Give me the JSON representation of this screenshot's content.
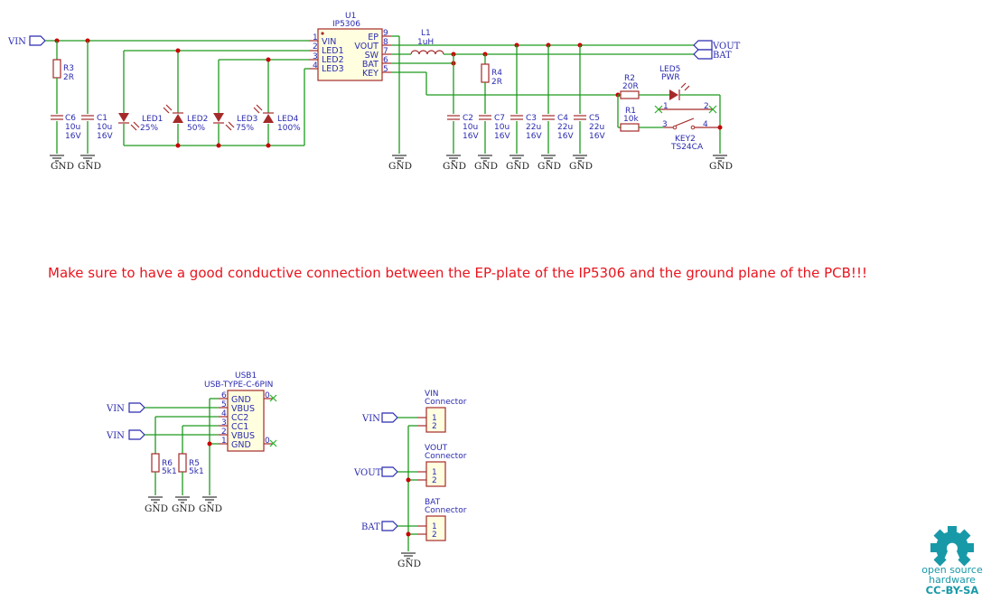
{
  "schematic": {
    "power_nets": {
      "vin": "VIN",
      "vout": "VOUT",
      "bat": "BAT",
      "gnd": "GND"
    },
    "u1": {
      "ref": "U1",
      "value": "IP5306",
      "left_pins": [
        {
          "num": "1",
          "name": "VIN"
        },
        {
          "num": "2",
          "name": "LED1"
        },
        {
          "num": "3",
          "name": "LED2"
        },
        {
          "num": "4",
          "name": "LED3"
        }
      ],
      "right_pins": [
        {
          "num": "9",
          "name": "EP"
        },
        {
          "num": "8",
          "name": "VOUT"
        },
        {
          "num": "7",
          "name": "SW"
        },
        {
          "num": "6",
          "name": "BAT"
        },
        {
          "num": "5",
          "name": "KEY"
        }
      ]
    },
    "l1": {
      "ref": "L1",
      "value": "1uH"
    },
    "resistors": {
      "r3": {
        "ref": "R3",
        "value": "2R"
      },
      "r4": {
        "ref": "R4",
        "value": "2R"
      },
      "r2": {
        "ref": "R2",
        "value": "20R"
      },
      "r1": {
        "ref": "R1",
        "value": "10k"
      },
      "r6": {
        "ref": "R6",
        "value": "5k1"
      },
      "r5": {
        "ref": "R5",
        "value": "5k1"
      }
    },
    "capacitors": {
      "c6": {
        "ref": "C6",
        "value": "10u",
        "voltage": "16V"
      },
      "c1": {
        "ref": "C1",
        "value": "10u",
        "voltage": "16V"
      },
      "c2": {
        "ref": "C2",
        "value": "10u",
        "voltage": "16V"
      },
      "c7": {
        "ref": "C7",
        "value": "10u",
        "voltage": "16V"
      },
      "c3": {
        "ref": "C3",
        "value": "22u",
        "voltage": "16V"
      },
      "c4": {
        "ref": "C4",
        "value": "22u",
        "voltage": "16V"
      },
      "c5": {
        "ref": "C5",
        "value": "22u",
        "voltage": "16V"
      }
    },
    "leds": {
      "led1": {
        "ref": "LED1",
        "value": "25%"
      },
      "led2": {
        "ref": "LED2",
        "value": "50%"
      },
      "led3": {
        "ref": "LED3",
        "value": "75%"
      },
      "led4": {
        "ref": "LED4",
        "value": "100%"
      },
      "led5": {
        "ref": "LED5",
        "value": "PWR"
      }
    },
    "key2": {
      "ref": "KEY2",
      "value": "TS24CA",
      "pins": [
        "1",
        "2",
        "3",
        "4"
      ]
    },
    "usb1": {
      "ref": "USB1",
      "value": "USB-TYPE-C-6PIN",
      "pins": [
        {
          "num": "6",
          "name": "GND"
        },
        {
          "num": "5",
          "name": "VBUS"
        },
        {
          "num": "4",
          "name": "CC2"
        },
        {
          "num": "3",
          "name": "CC1"
        },
        {
          "num": "2",
          "name": "VBUS"
        },
        {
          "num": "1",
          "name": "GND"
        }
      ],
      "shield_pins": [
        "0",
        "0"
      ]
    },
    "connectors": [
      {
        "net": "VIN",
        "line1": "VIN",
        "line2": "Connector",
        "pins": [
          "1",
          "2"
        ]
      },
      {
        "net": "VOUT",
        "line1": "VOUT",
        "line2": "Connector",
        "pins": [
          "1",
          "2"
        ]
      },
      {
        "net": "BAT",
        "line1": "BAT",
        "line2": "Connector",
        "pins": [
          "1",
          "2"
        ]
      }
    ]
  },
  "note": "Make sure to have a good conductive connection between the EP-plate of the IP5306 and the ground plane of the PCB!!!",
  "logo": {
    "line1": "open source",
    "line2": "hardware",
    "line3": "CC-BY-SA",
    "color": "#1899a8"
  }
}
